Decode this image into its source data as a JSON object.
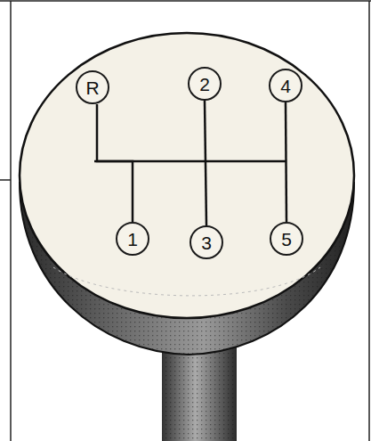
{
  "diagram": {
    "nodes": [
      {
        "text": [
          "R"
        ]
      },
      {
        "text": [
          "2"
        ]
      },
      {
        "text": [
          "4"
        ]
      },
      {
        "text": [
          "1"
        ]
      },
      {
        "text": [
          "3"
        ]
      },
      {
        "text": [
          "5"
        ]
      }
    ],
    "edges": [
      {
        "from": 0,
        "to": 3,
        "arrow": "none"
      },
      {
        "from": 1,
        "to": 4,
        "arrow": "none"
      },
      {
        "from": 2,
        "to": 5,
        "arrow": "none"
      }
    ]
  }
}
